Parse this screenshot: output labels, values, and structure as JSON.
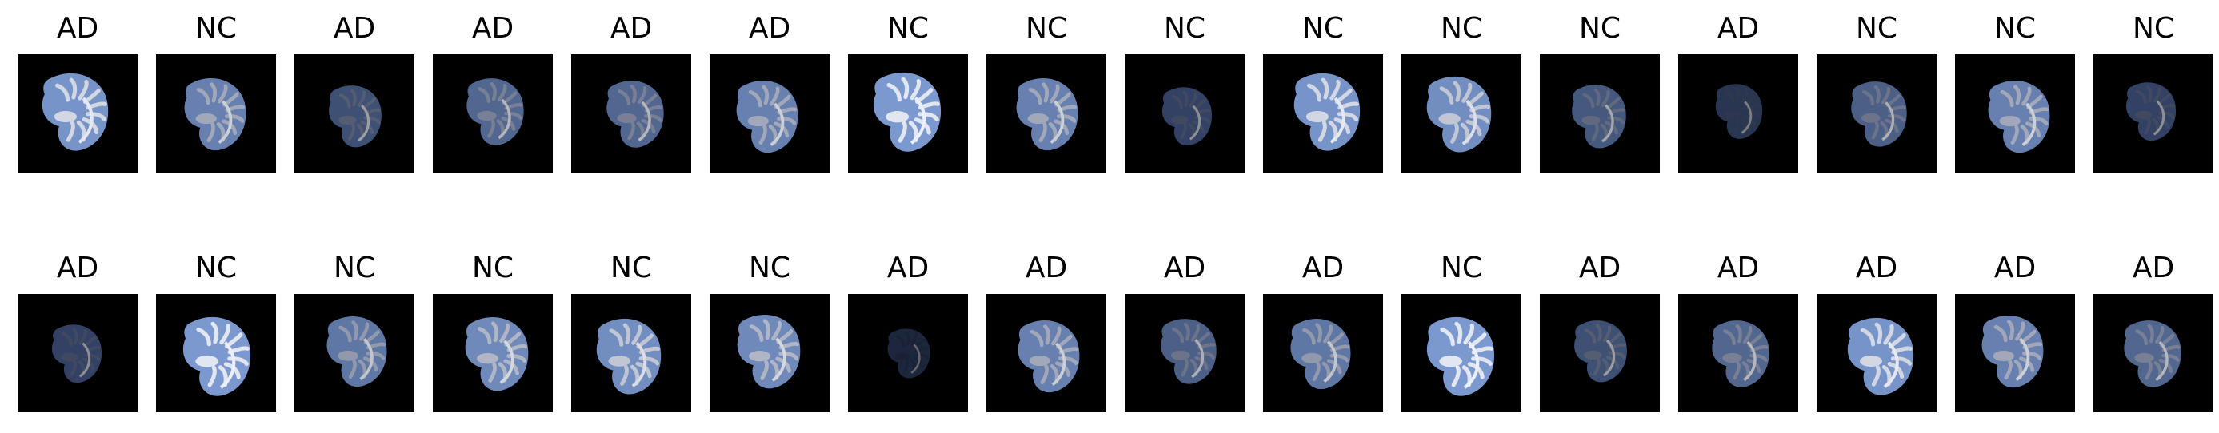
{
  "figure": {
    "rows": [
      {
        "labels": [
          "AD",
          "NC",
          "AD",
          "AD",
          "AD",
          "AD",
          "NC",
          "NC",
          "NC",
          "NC",
          "NC",
          "NC",
          "AD",
          "NC",
          "NC",
          "NC"
        ],
        "intensity": [
          0.9,
          0.75,
          0.45,
          0.6,
          0.6,
          0.75,
          0.95,
          0.75,
          0.35,
          0.9,
          0.85,
          0.5,
          0.25,
          0.55,
          0.75,
          0.35
        ]
      },
      {
        "labels": [
          "AD",
          "NC",
          "NC",
          "NC",
          "NC",
          "NC",
          "AD",
          "AD",
          "AD",
          "AD",
          "NC",
          "AD",
          "AD",
          "AD",
          "AD",
          "AD"
        ],
        "intensity": [
          0.35,
          0.95,
          0.7,
          0.8,
          0.85,
          0.8,
          0.1,
          0.75,
          0.55,
          0.7,
          0.95,
          0.45,
          0.6,
          0.9,
          0.75,
          0.6
        ]
      }
    ]
  },
  "colors": {
    "background": "#000000",
    "bright": "#f4f7ff",
    "mid": "#7f9ed6",
    "dim": "#2b3f78"
  }
}
